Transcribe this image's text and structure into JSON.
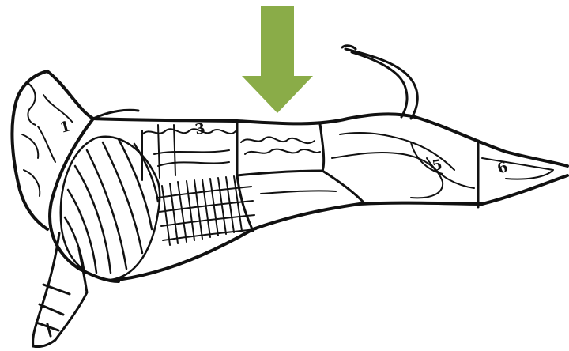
{
  "arrow": {
    "color": "#8aac48"
  },
  "ink_color": "#111111",
  "cut_labels": [
    {
      "id": "1",
      "text": "1"
    },
    {
      "id": "3",
      "text": "3"
    },
    {
      "id": "5",
      "text": "5"
    },
    {
      "id": "6",
      "text": "6"
    }
  ]
}
